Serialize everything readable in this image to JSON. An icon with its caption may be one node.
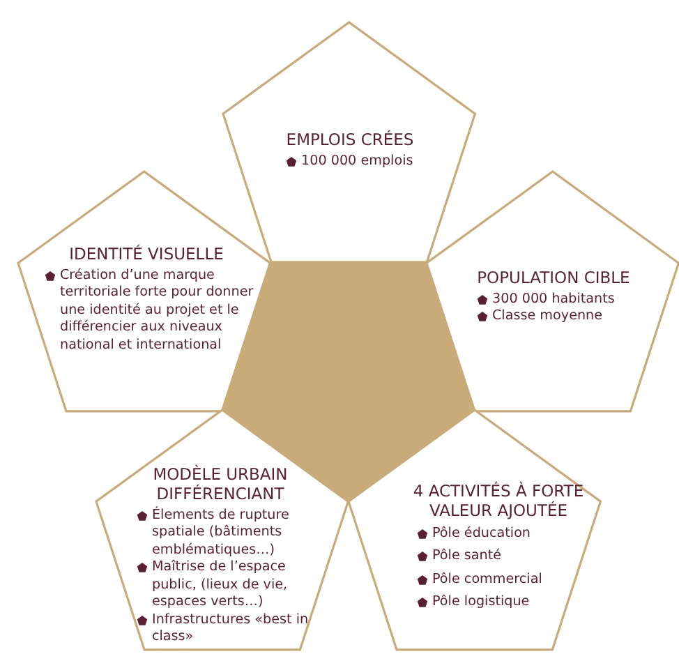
{
  "diagram": {
    "nodes": [
      {
        "text": [
          "EMPLOIS CRÉES",
          "100 000 emplois"
        ]
      },
      {
        "text": [
          "IDENTITÉ VISUELLE",
          "Création d’une marque territoriale forte pour donner une identité au projet et le différencier aux niveaux national et international"
        ]
      },
      {
        "text": [
          "POPULATION CIBLE",
          "300 000 habitants",
          "Classe moyenne"
        ]
      },
      {
        "text": [],
        "shape": "pentagon"
      },
      {
        "text": [
          "MODÈLE URBAIN DIFFÉRENCIANT",
          "Élements de rupture spatiale (bâtiments emblématiques…)",
          "Maîtrise de l’espace public, (lieux de vie, espaces verts…)",
          "Infrastructures «best in class»"
        ]
      },
      {
        "text": [
          "4 ACTIVITÉS À FORTE VALEUR AJOUTÉE",
          "Pôle éducation",
          "Pôle santé",
          "Pôle commercial",
          "Pôle logistique"
        ]
      }
    ],
    "edges": []
  }
}
